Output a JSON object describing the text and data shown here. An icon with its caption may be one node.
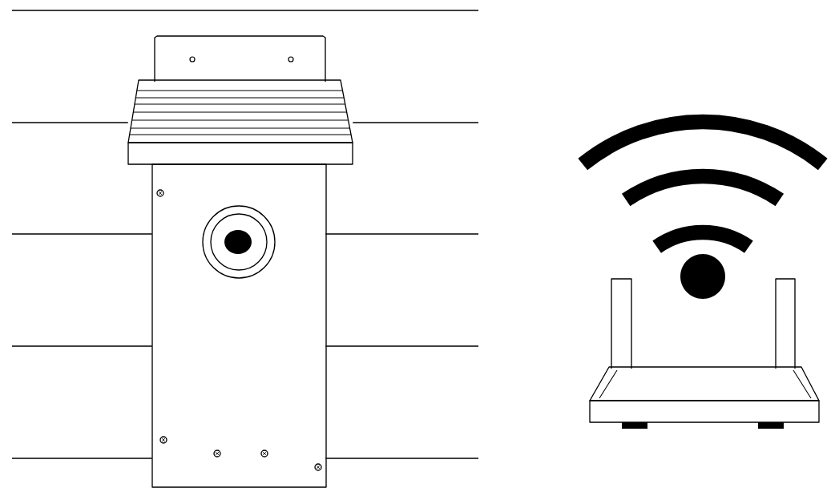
{
  "diagram": {
    "nodes": [
      {
        "text": [],
        "shape": "picture"
      },
      {
        "text": [],
        "shape": "picture"
      },
      {
        "text": [],
        "shape": "picture"
      }
    ],
    "edges": [
      {
        "from": null,
        "to": 0,
        "arrow": "none"
      },
      {
        "from": null,
        "to": 0,
        "arrow": "none"
      },
      {
        "from": null,
        "to": 1,
        "arrow": "none"
      },
      {
        "from": null,
        "to": 1,
        "arrow": "none"
      },
      {
        "from": null,
        "to": 1,
        "arrow": "none"
      },
      {
        "from": null,
        "to": 1,
        "arrow": "none"
      },
      {
        "from": null,
        "to": 1,
        "arrow": "none"
      },
      {
        "from": null,
        "to": 1,
        "arrow": "none"
      }
    ]
  }
}
